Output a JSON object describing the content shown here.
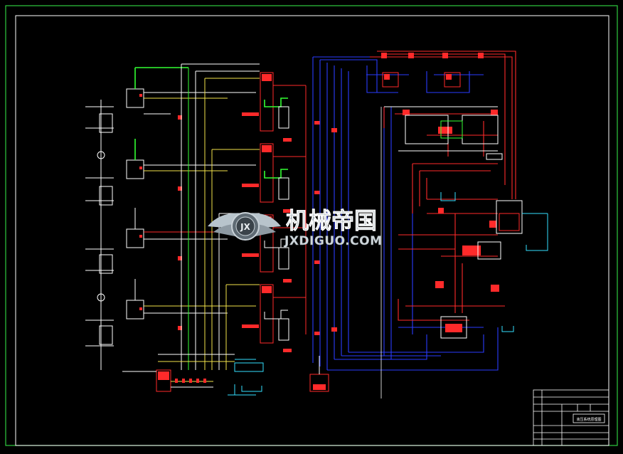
{
  "watermark": {
    "cn_text": "机械帝国",
    "en_text": "JXDIGUO.COM",
    "badge_text": "JX"
  },
  "title_block": {
    "drawing_title": "液压系统原理图"
  },
  "colors": {
    "background": "#000000",
    "frame": "#2ecc40",
    "pressure_line": "#ff2a2a",
    "return_line": "#2a3cff",
    "signal_line": "#f2e24a",
    "pilot_line": "#ffffff",
    "supply_line": "#33ff33",
    "drain_line": "#33e0ff"
  },
  "icons": {
    "pump": "pump-icon",
    "cylinder": "cylinder-icon",
    "valve": "valve-icon",
    "tank": "tank-icon",
    "logo": "wing-gear-logo"
  }
}
